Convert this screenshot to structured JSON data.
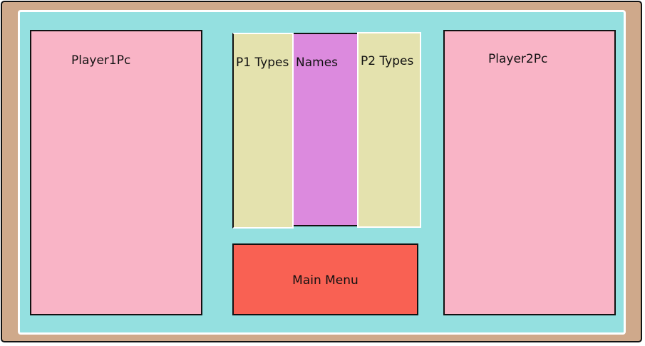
{
  "player1": {
    "label": "Player1Pc"
  },
  "player2": {
    "label": "Player2Pc"
  },
  "columns": {
    "p1_types": "P1 Types",
    "names": "Names",
    "p2_types": "P2 Types"
  },
  "main_menu": {
    "label": "Main Menu"
  },
  "colors": {
    "frame": "#cfa98b",
    "inner": "#94e0e0",
    "player_panel": "#f9b4c6",
    "types_column": "#e4e2ae",
    "names_column": "#dc8ade",
    "main_menu": "#f96153"
  }
}
